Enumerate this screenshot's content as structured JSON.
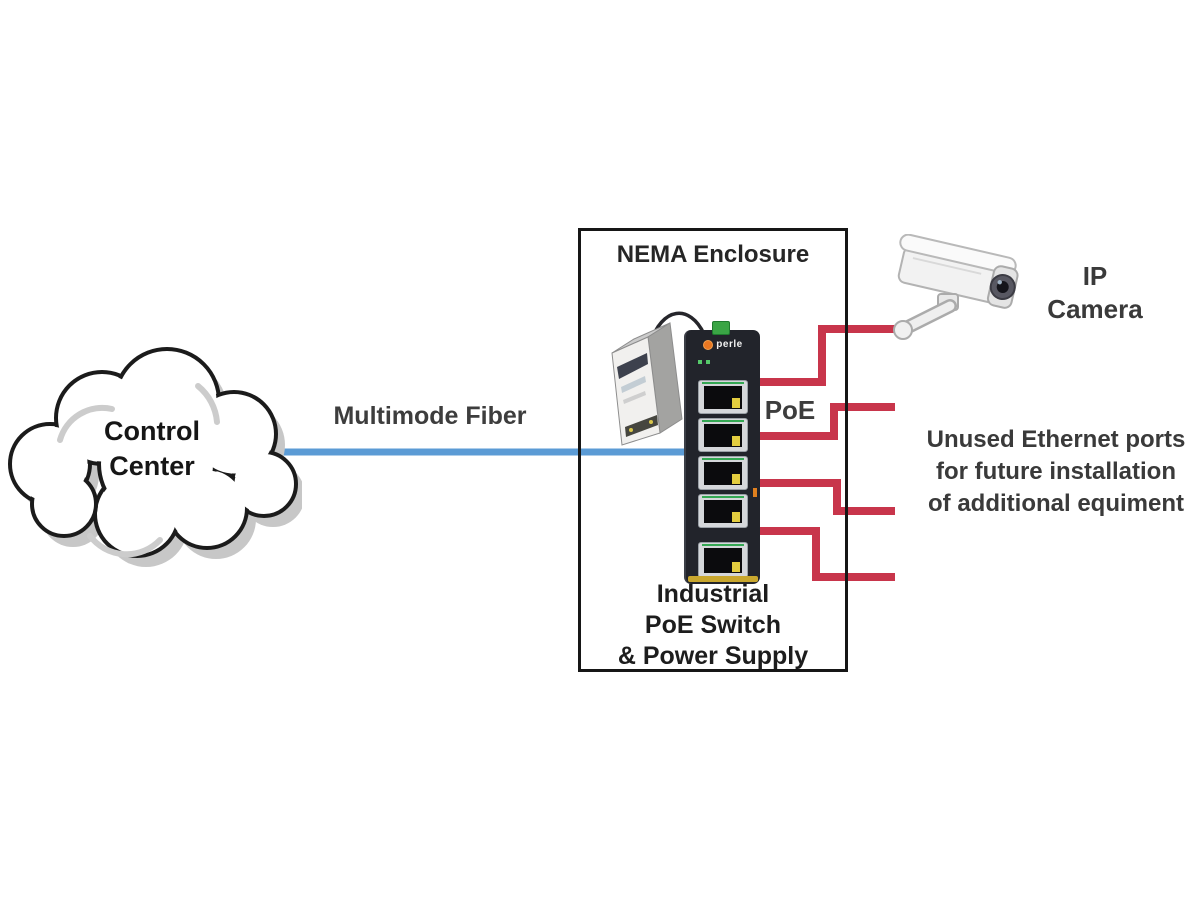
{
  "colors": {
    "fiber": "#5B9BD5",
    "cable": "#C8354B"
  },
  "cloud": {
    "line1": "Control",
    "line2": "Center"
  },
  "fiber_link": {
    "label": "Multimode Fiber"
  },
  "enclosure": {
    "title": "NEMA Enclosure",
    "caption": {
      "line1": "Industrial",
      "line2": "PoE Switch",
      "line3": "& Power Supply"
    }
  },
  "switch": {
    "brand": "perle",
    "poe_label": "PoE",
    "port_count": 5
  },
  "camera": {
    "line1": "IP",
    "line2": "Camera"
  },
  "note": {
    "line1": "Unused Ethernet ports",
    "line2": "for future installation",
    "line3": "of additional equiment"
  }
}
